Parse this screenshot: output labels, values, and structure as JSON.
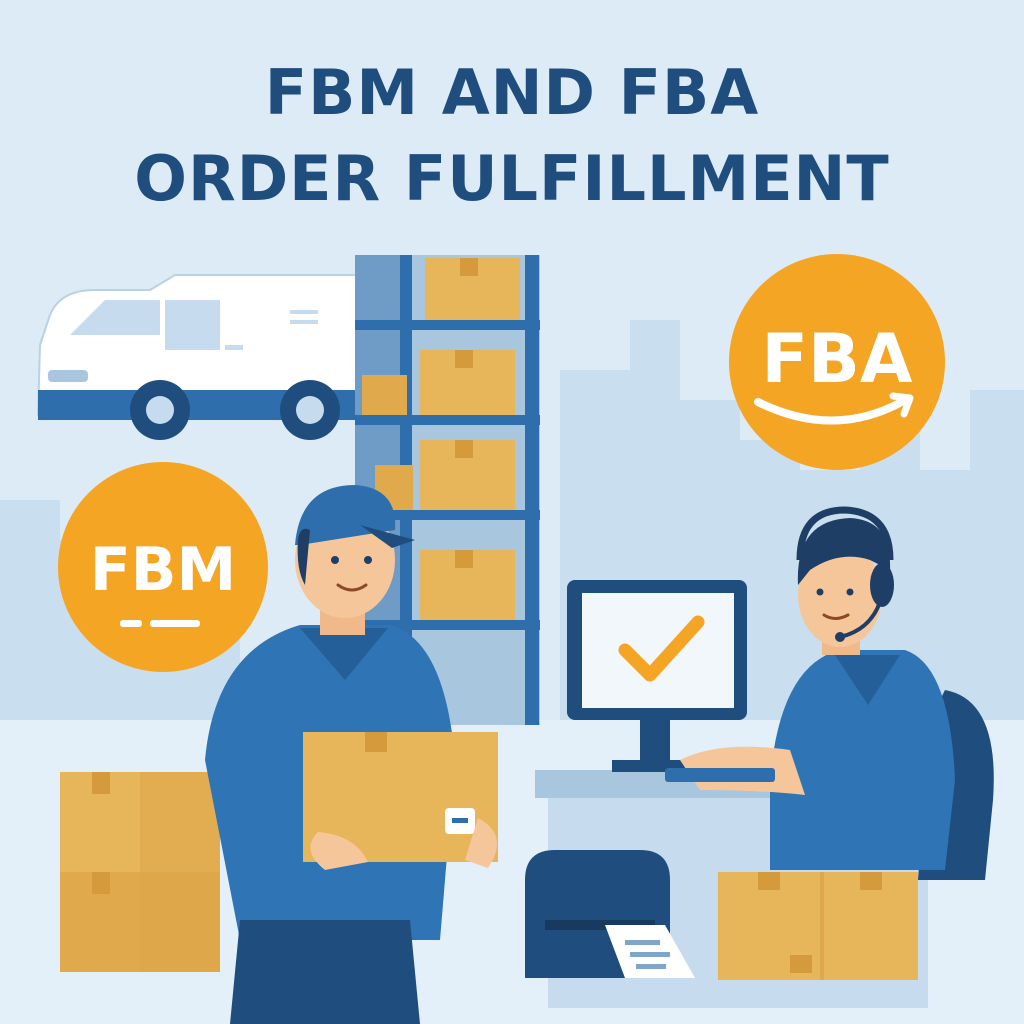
{
  "title": {
    "line1": "FBM AND FBA",
    "line2": "ORDER FULFILLMENT"
  },
  "badges": {
    "fba": {
      "label": "FBA",
      "icon": "smile-arrow-icon",
      "color": "#f5a524"
    },
    "fbm": {
      "label": "FBM",
      "icon": "dash-underline-icon",
      "color": "#f5a524"
    }
  },
  "colors": {
    "background": "#dcebf6",
    "skyline": "#c7dcec",
    "navy": "#1f4e7e",
    "uniform_blue": "#2f74b5",
    "box": "#e8b65a",
    "check": "#f5a524"
  },
  "scene": {
    "van_icon": "delivery-van-icon",
    "shelf_icon": "warehouse-shelf-icon",
    "worker_icon": "warehouse-worker-icon",
    "operator_icon": "headset-operator-icon",
    "monitor_icon": "checkmark-monitor-icon",
    "printer_icon": "label-printer-icon"
  }
}
